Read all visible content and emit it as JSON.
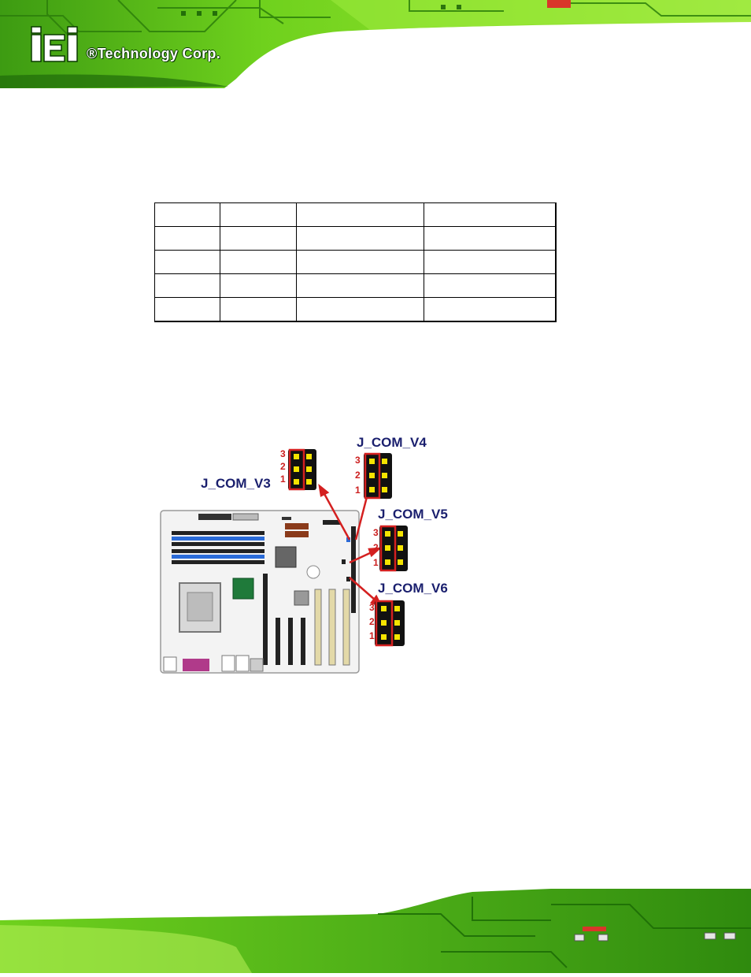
{
  "header": {
    "brand_mark": "iEi",
    "brand_text": "®Technology Corp."
  },
  "table": {
    "rows": [
      [
        "",
        "",
        "",
        ""
      ],
      [
        "",
        "",
        "",
        ""
      ],
      [
        "",
        "",
        "",
        ""
      ],
      [
        "",
        "",
        "",
        ""
      ],
      [
        "",
        "",
        "",
        ""
      ]
    ]
  },
  "figure": {
    "jumpers": [
      {
        "name": "J_COM_V3",
        "pins": [
          "3",
          "2",
          "1"
        ]
      },
      {
        "name": "J_COM_V4",
        "pins": [
          "3",
          "2",
          "1"
        ]
      },
      {
        "name": "J_COM_V5",
        "pins": [
          "3",
          "2",
          "1"
        ]
      },
      {
        "name": "J_COM_V6",
        "pins": [
          "3",
          "2",
          "1"
        ]
      }
    ]
  },
  "colors": {
    "band_green": "#7ed321",
    "band_dark": "#1f6b0a",
    "label_navy": "#1a1f6e",
    "pin_red": "#cc1f1f",
    "pin_yellow": "#f5e400"
  }
}
